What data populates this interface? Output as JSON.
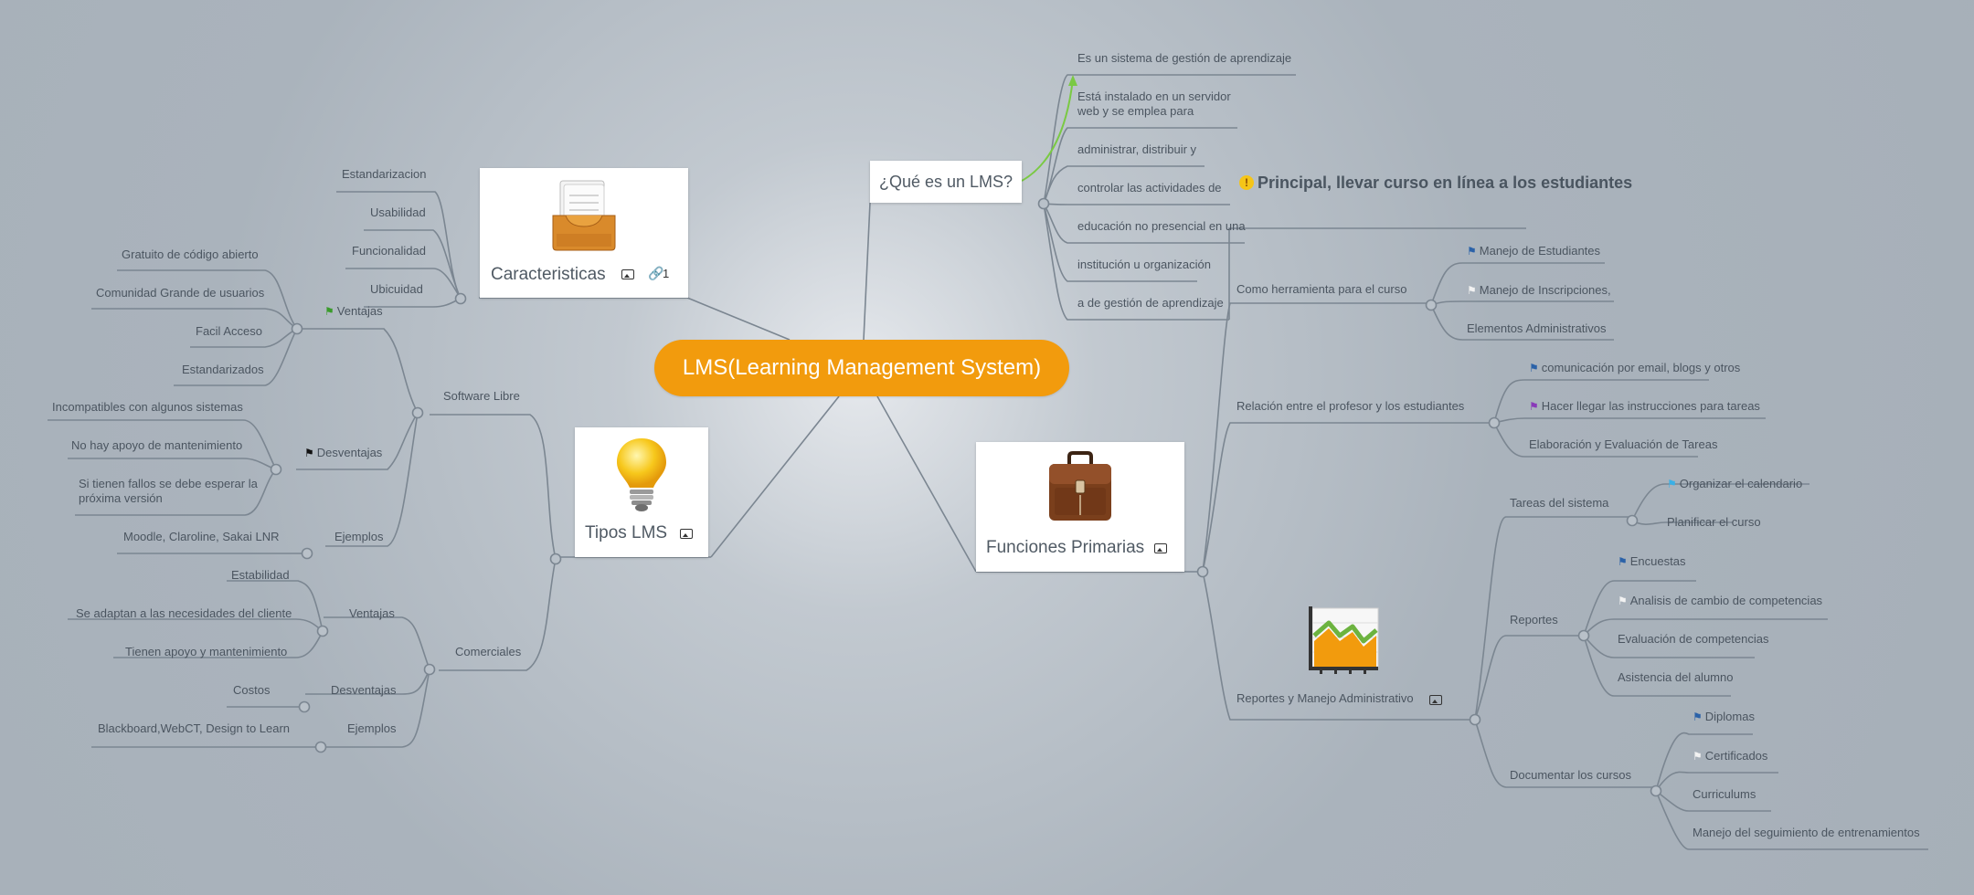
{
  "root": {
    "label": "LMS(Learning Management System)"
  },
  "caracteristicas": {
    "label": "Caracteristicas",
    "link_count": "1",
    "items": [
      "Estandarizacion",
      "Usabilidad",
      "Funcionalidad",
      "Ubicuidad"
    ]
  },
  "tipos": {
    "label": "Tipos LMS",
    "software_libre": {
      "label": "Software Libre",
      "ventajas": {
        "label": "Ventajas",
        "items": [
          "Gratuito de código abierto",
          "Comunidad Grande de usuarios",
          "Facil Acceso",
          "Estandarizados"
        ]
      },
      "desventajas": {
        "label": "Desventajas",
        "items": [
          "Incompatibles con algunos sistemas",
          "No hay apoyo de mantenimiento",
          "Si tienen fallos se debe esperar la próxima versión"
        ]
      },
      "ejemplos": {
        "label": "Ejemplos",
        "items": [
          "Moodle, Claroline, Sakai LNR"
        ]
      }
    },
    "comerciales": {
      "label": "Comerciales",
      "ventajas": {
        "label": "Ventajas",
        "items": [
          "Estabilidad",
          "Se adaptan a las necesidades del cliente",
          "Tienen apoyo y mantenimiento"
        ]
      },
      "desventajas": {
        "label": "Desventajas",
        "items": [
          "Costos"
        ]
      },
      "ejemplos": {
        "label": "Ejemplos",
        "items": [
          "Blackboard,WebCT, Design to Learn"
        ]
      }
    }
  },
  "que_es": {
    "label": "¿Qué es un LMS?",
    "items": [
      "Es un sistema de gestión de aprendizaje",
      "Está instalado en un servidor web y se emplea para",
      "administrar, distribuir y",
      "controlar las actividades de",
      "educación no presencial en una",
      "institución u organización",
      "a de gestión de aprendizaje"
    ],
    "callout": "Principal, llevar curso en  línea a los estudiantes"
  },
  "funciones": {
    "label": "Funciones Primarias",
    "herramienta": {
      "label": "Como herramienta para el curso",
      "items": [
        "Manejo de Estudiantes",
        "Manejo de Inscripciones,",
        "Elementos Administrativos"
      ]
    },
    "relacion": {
      "label": "Relación  entre el profesor y los estudiantes",
      "items": [
        "comunicación por email, blogs  y otros",
        "Hacer llegar las instrucciones para tareas",
        "Elaboración y Evaluación de Tareas"
      ]
    },
    "reportes_manejo": {
      "label": "Reportes y Manejo Administrativo",
      "tareas": {
        "label": "Tareas del sistema",
        "items": [
          "Organizar el calendario",
          "Planificar el curso"
        ]
      },
      "reportes": {
        "label": "Reportes",
        "items": [
          "Encuestas",
          "Analisis de cambio de competencias",
          "Evaluación de competencias",
          "Asistencia del alumno"
        ]
      },
      "documentar": {
        "label": "Documentar los cursos",
        "items": [
          "Diplomas",
          "Certificados",
          "Curriculums",
          "Manejo del seguimiento de entrenamientos"
        ]
      }
    }
  },
  "colors": {
    "root": "#f29b0d",
    "line": "#7b8691",
    "arrow": "#7ac943",
    "text": "#4b5560"
  },
  "icons": [
    "image-icon",
    "link-icon",
    "flag-icon",
    "warning-icon",
    "inbox-icon",
    "lightbulb-icon",
    "briefcase-icon",
    "chart-icon"
  ]
}
